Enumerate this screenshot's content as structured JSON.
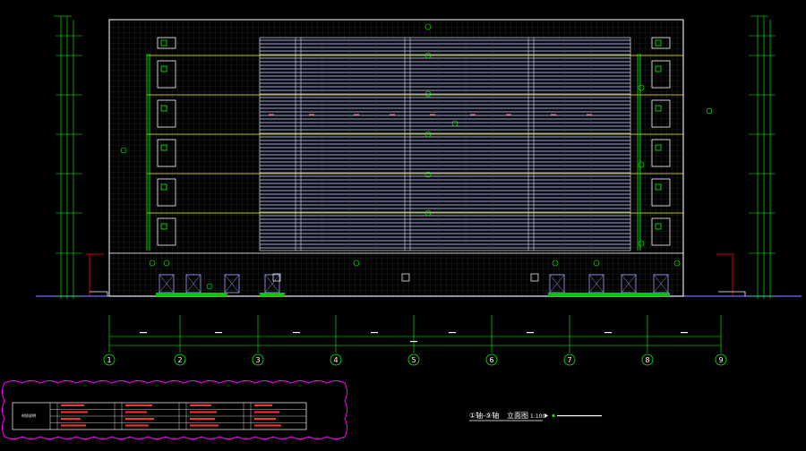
{
  "drawing": {
    "title_prefix": "①轴-⑨轴",
    "title_main": "立面图",
    "scale": "1:100",
    "colors": {
      "background": "#000000",
      "wall": "#ffffff",
      "grid_line": "#3a3a3a",
      "dimension": "#00ff00",
      "window": "#00ff00",
      "floor_band": "#ffff00",
      "curtain_wall": "#9aa3c2",
      "legend_border": "#ff00ff",
      "legend_text": "#ff3030",
      "ground": "#6b6bff"
    }
  },
  "grid_axes": [
    "1",
    "2",
    "3",
    "4",
    "5",
    "6",
    "7",
    "8",
    "9"
  ],
  "legend": {
    "label": "材质说明",
    "rows": 4,
    "columns": 4
  }
}
